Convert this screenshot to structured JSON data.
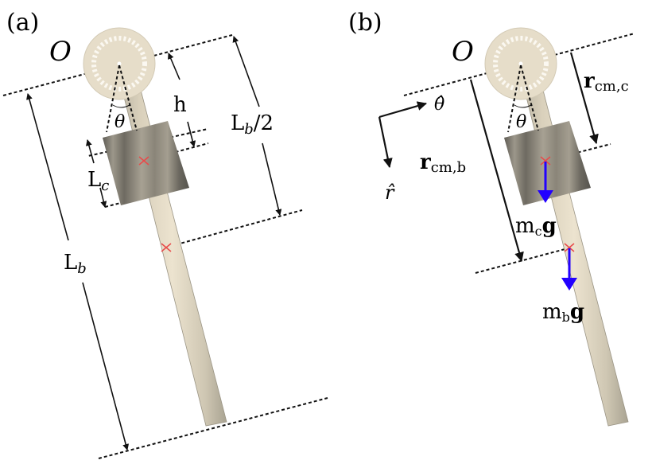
{
  "panels": [
    {
      "id": "a",
      "panel_label": "(a)",
      "origin_label": "O",
      "angle_label": "θ",
      "dimensions": {
        "h": "h",
        "half_bar": [
          "L",
          "b",
          "/2"
        ],
        "collar": [
          "L",
          "c"
        ],
        "bar": [
          "L",
          "b"
        ]
      }
    },
    {
      "id": "b",
      "panel_label": "(b)",
      "origin_label": "O",
      "angle_label": "θ",
      "unit_vectors": {
        "theta_hat": "θ̂",
        "r_hat": "r̂"
      },
      "vectors": {
        "r_cm_c": [
          "r",
          "cm,c"
        ],
        "r_cm_b": [
          "r",
          "cm,b"
        ]
      },
      "forces": {
        "collar_weight": [
          "m",
          "c",
          "g"
        ],
        "bar_weight": [
          "m",
          "b",
          "g"
        ]
      }
    }
  ],
  "colors": {
    "force_arrow": "#2200ff",
    "cm_marker": "#e84a4a",
    "bar": "#e6dcc6",
    "collar": "#8a8578",
    "pivot_disc": "#e8dfcd"
  }
}
